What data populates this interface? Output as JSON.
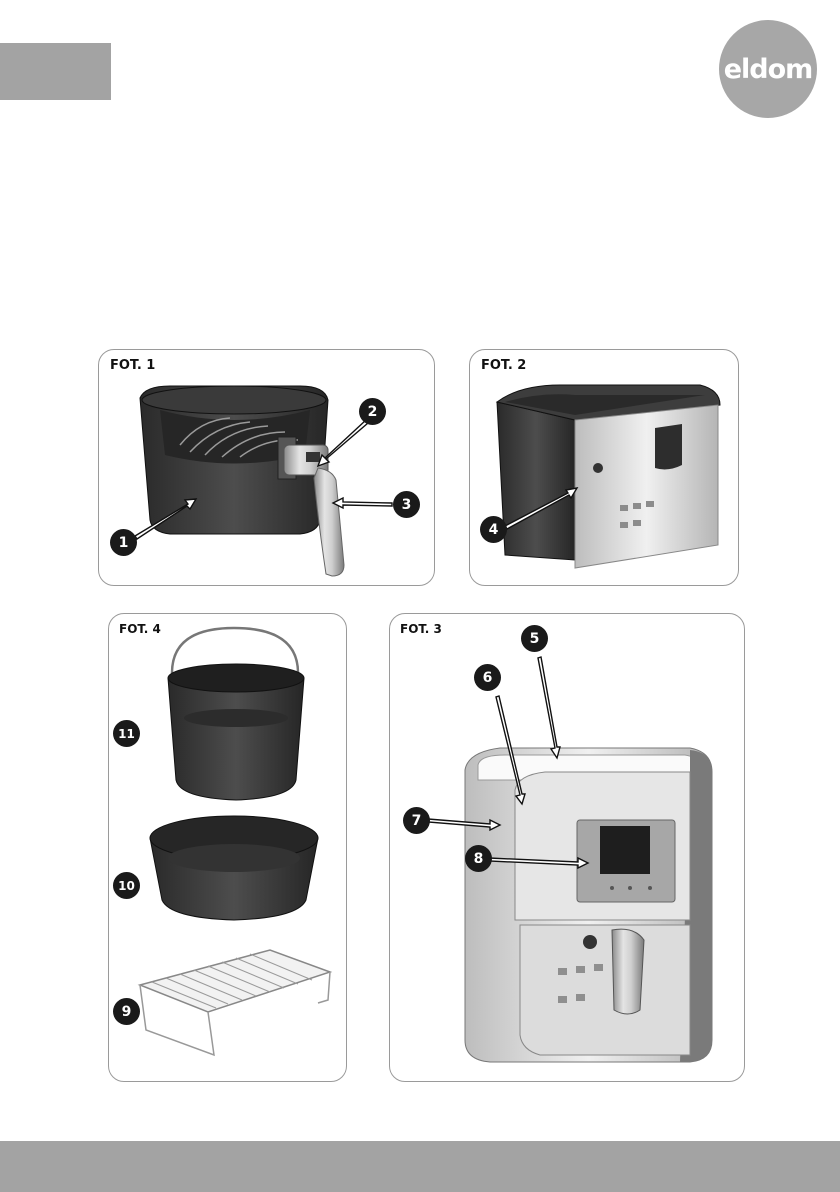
{
  "logo": {
    "text": "eldom",
    "color": "#a7a7a7"
  },
  "panels": {
    "fot1": {
      "label": "FOT. 1"
    },
    "fot2": {
      "label": "FOT. 2"
    },
    "fot3": {
      "label": "FOT. 3"
    },
    "fot4": {
      "label": "FOT. 4"
    }
  },
  "callouts": {
    "n1": "1",
    "n2": "2",
    "n3": "3",
    "n4": "4",
    "n5": "5",
    "n6": "6",
    "n7": "7",
    "n8": "8",
    "n9": "9",
    "n10": "10",
    "n11": "11"
  },
  "colors": {
    "accent_gray": "#a3a3a3",
    "callout_fill": "#1a1a1a"
  }
}
